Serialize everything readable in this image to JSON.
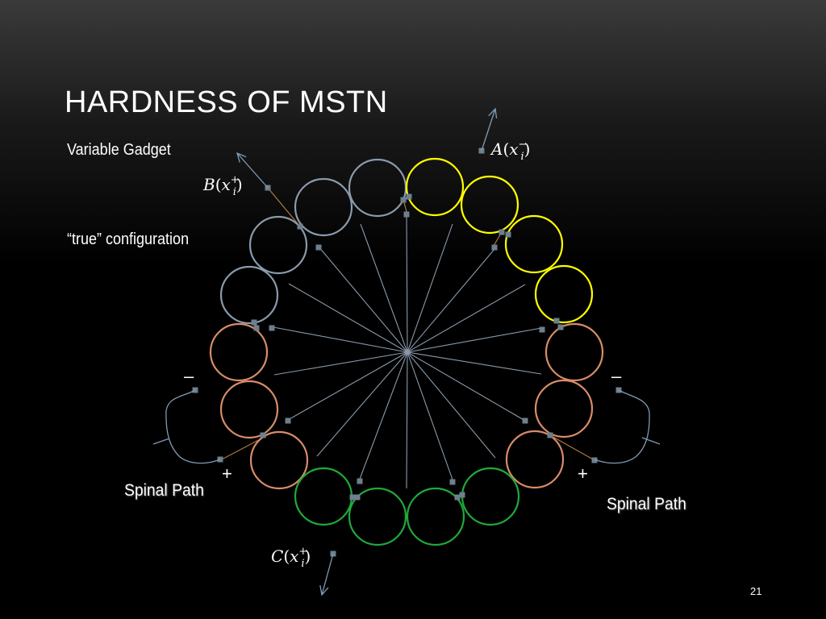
{
  "slide": {
    "title": "HARDNESS OF MSTN",
    "subtitle": "Variable Gadget",
    "configuration_label": "“true” configuration",
    "page_number": "21"
  },
  "diagram": {
    "colors": {
      "gray_circle": "#8a9bab",
      "yellow_circle": "#ffff00",
      "orange_circle": "#d98c6a",
      "green_circle": "#1faa3a",
      "spoke": "#8a9bab",
      "connector": "#b07a3a",
      "arrow": "#7f9bb5",
      "node": "#6e7f8d"
    },
    "labels": {
      "A": {
        "letter": "A",
        "var": "x",
        "sub": "i",
        "sup": "−"
      },
      "B": {
        "letter": "B",
        "var": "x",
        "sub": "i",
        "sup": "+"
      },
      "C": {
        "letter": "C",
        "var": "x",
        "sub": "i",
        "sup": "+"
      }
    },
    "signs": {
      "left_minus": "–",
      "right_minus": "–",
      "left_plus": "+",
      "right_plus": "+"
    },
    "spinal_paths": {
      "left": "Spinal Path",
      "right": "Spinal Path"
    }
  }
}
